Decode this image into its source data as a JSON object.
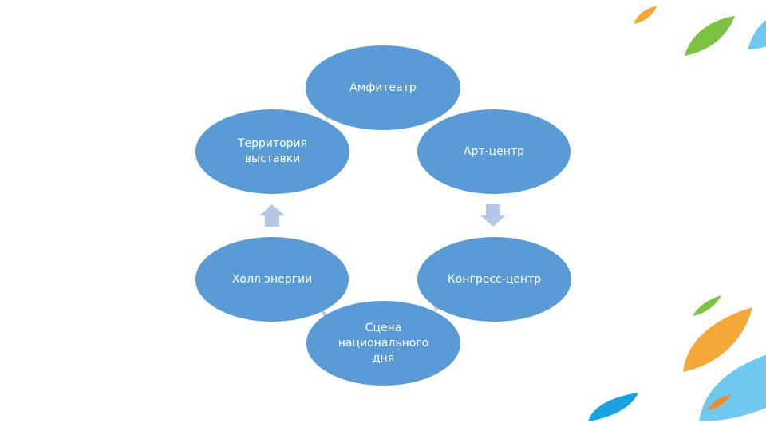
{
  "diagram": {
    "nodes": [
      {
        "id": "amph",
        "label": "Амфитеатр"
      },
      {
        "id": "art",
        "label": "Арт-центр"
      },
      {
        "id": "kong",
        "label": "Конгресс-центр"
      },
      {
        "id": "scena",
        "label": "Сцена\nнационального\nдня"
      },
      {
        "id": "holl",
        "label": "Холл энергии"
      },
      {
        "id": "terr",
        "label": "Территория\nвыставки"
      }
    ],
    "edges": [
      {
        "from": "amph",
        "to": "art"
      },
      {
        "from": "art",
        "to": "kong"
      },
      {
        "from": "kong",
        "to": "scena"
      },
      {
        "from": "scena",
        "to": "holl"
      },
      {
        "from": "holl",
        "to": "terr"
      },
      {
        "from": "terr",
        "to": "amph"
      }
    ]
  },
  "colors": {
    "node_fill": "#5b9bd5",
    "connector": "#b4c7e7",
    "leaf_orange": "#f4a838",
    "leaf_green": "#7dc142",
    "leaf_light_blue": "#6fc9ee",
    "leaf_blue": "#1aa3e0",
    "leaf_deep_orange": "#f08a2a"
  }
}
